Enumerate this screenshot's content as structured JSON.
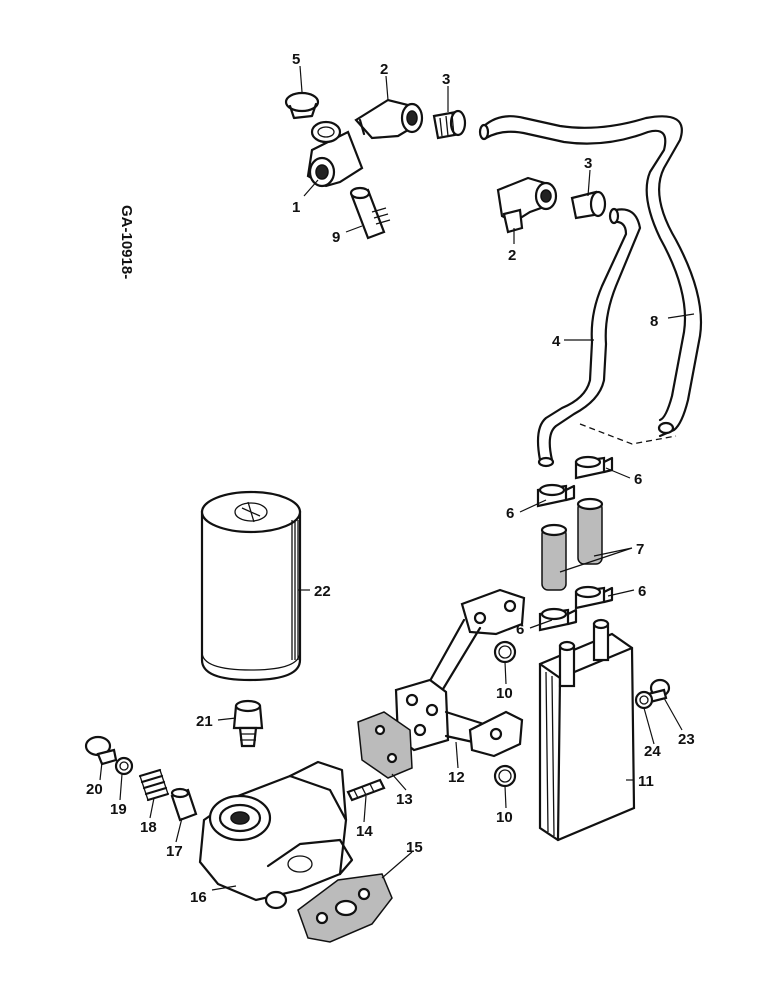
{
  "reference": "GA-10918-",
  "labels": [
    "1",
    "2",
    "3",
    "5",
    "9",
    "3",
    "2",
    "4",
    "8",
    "6",
    "6",
    "7",
    "6",
    "6",
    "10",
    "10",
    "11",
    "12",
    "13",
    "14",
    "15",
    "16",
    "17",
    "18",
    "19",
    "20",
    "21",
    "22",
    "23",
    "24"
  ]
}
